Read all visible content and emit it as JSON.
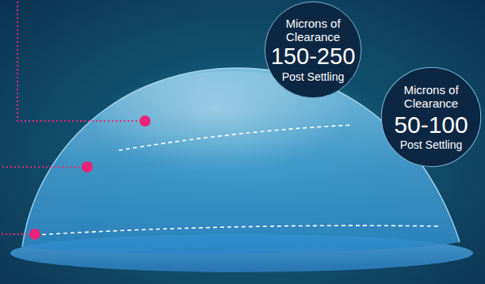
{
  "diagram": {
    "nodes": [
      {
        "text": [
          "Microns of Clearance",
          "150-250",
          "Post Settling"
        ]
      },
      {
        "text": [
          "Microns of Clearance",
          "50-100",
          "Post Settling"
        ]
      }
    ]
  }
}
